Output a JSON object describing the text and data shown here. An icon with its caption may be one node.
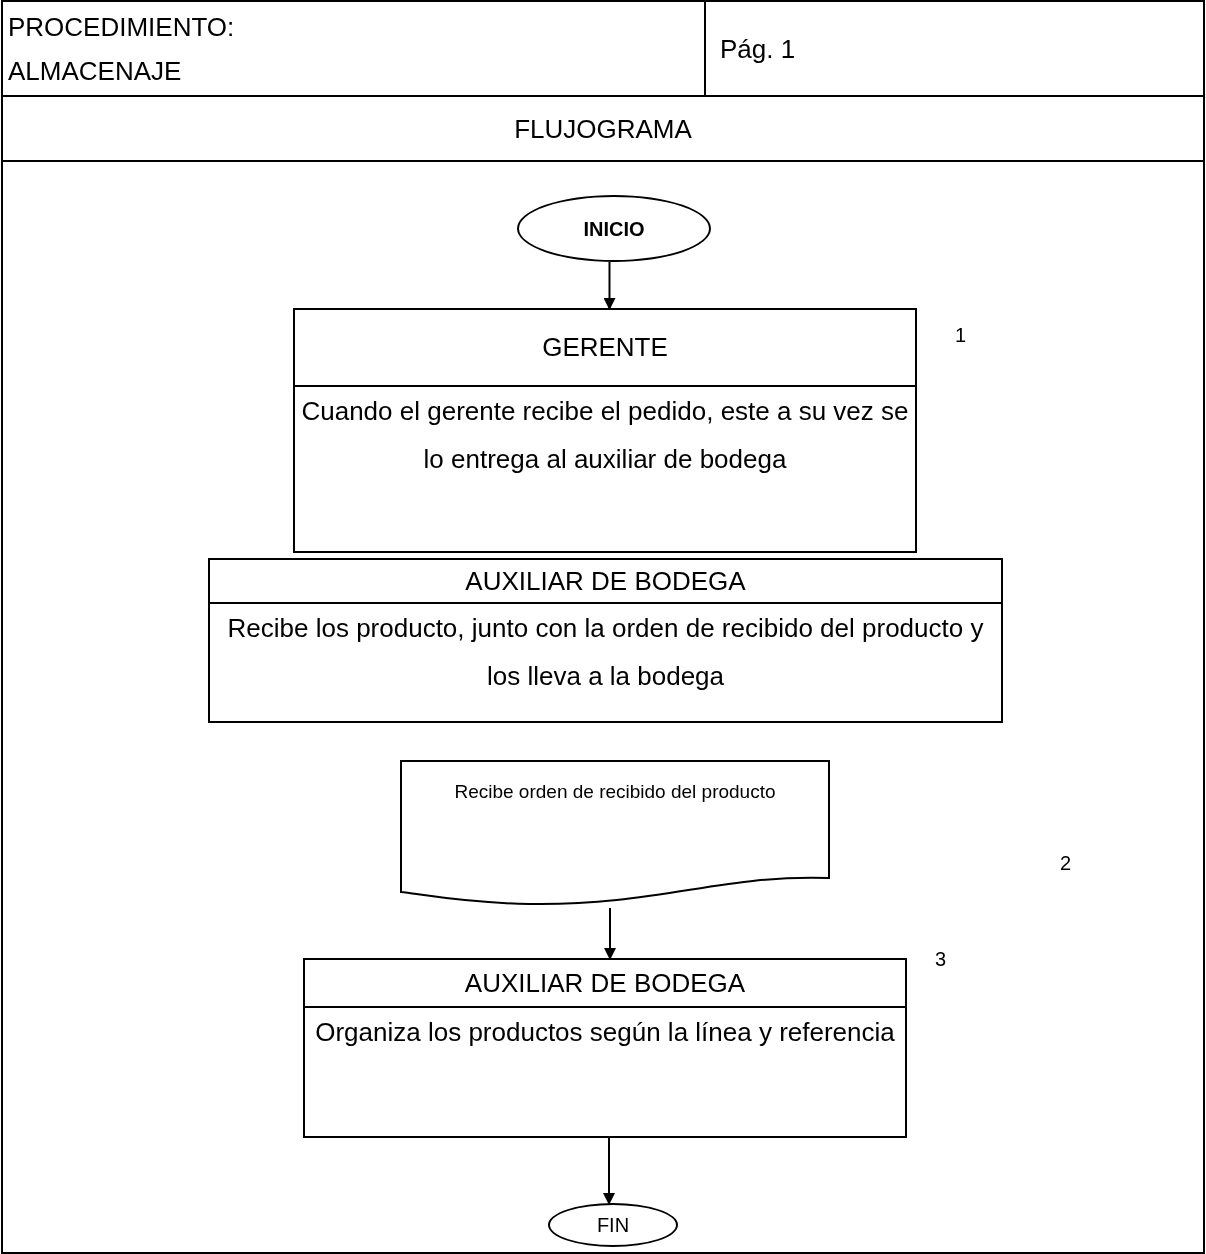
{
  "diagram": {
    "title": "FLUJOGRAMA",
    "nodes": [
      {
        "text": [
          "INICIO"
        ]
      },
      {
        "text": [
          "GERENTE",
          "Cuando el gerente recibe el pedido, este a su vez se lo entrega al auxiliar de bodega"
        ]
      },
      {
        "text": [
          "AUXILIAR DE BODEGA",
          "Recibe los producto, junto con la orden de recibido del producto y los lleva a la bodega"
        ]
      },
      {
        "text": [
          "Recibe orden de recibido del producto"
        ]
      },
      {
        "text": [
          "AUXILIAR DE BODEGA",
          "Organiza los productos según la línea y referencia"
        ]
      },
      {
        "text": [
          "FIN"
        ]
      }
    ],
    "edges": [
      {
        "from": 0,
        "to": 1,
        "arrow": "to"
      },
      {
        "from": 3,
        "to": 4,
        "arrow": "to"
      },
      {
        "from": 4,
        "to": 5,
        "arrow": "to"
      }
    ],
    "labels": [
      "PROCEDIMIENTO:",
      "ALMACENAJE",
      "Pág. 1",
      "1",
      "2",
      "3"
    ]
  }
}
